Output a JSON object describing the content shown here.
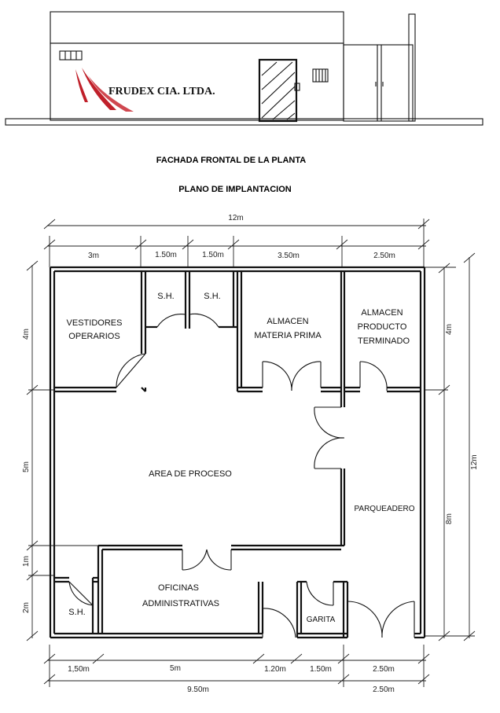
{
  "brand": {
    "name": "FRUDEX CIA. LTDA."
  },
  "titles": {
    "facade": "FACHADA FRONTAL DE LA PLANTA",
    "plan": "PLANO DE IMPLANTACION"
  },
  "rooms": {
    "vestidores_1": "VESTIDORES",
    "vestidores_2": "OPERARIOS",
    "sh_top_left": "S.H.",
    "sh_top_right": "S.H.",
    "almacen_mp_1": "ALMACEN",
    "almacen_mp_2": "MATERIA PRIMA",
    "almacen_pt_1": "ALMACEN",
    "almacen_pt_2": "PRODUCTO",
    "almacen_pt_3": "TERMINADO",
    "area_proceso": "AREA DE PROCESO",
    "parqueadero": "PARQUEADERO",
    "oficinas_1": "OFICINAS",
    "oficinas_2": "ADMINISTRATIVAS",
    "sh_bottom": "S.H.",
    "garita": "GARITA"
  },
  "dimensions": {
    "top_total": "12m",
    "top_segments": [
      "3m",
      "1.50m",
      "1.50m",
      "3.50m",
      "2.50m"
    ],
    "left_segments": [
      "4m",
      "5m",
      "1m",
      "2m"
    ],
    "right_inner": [
      "4m",
      "8m"
    ],
    "right_total": "12m",
    "bottom_segments": [
      "1,50m",
      "5m",
      "1.20m",
      "1.50m",
      "2.50m"
    ],
    "bottom_totals": [
      "9.50m",
      "2.50m"
    ]
  }
}
